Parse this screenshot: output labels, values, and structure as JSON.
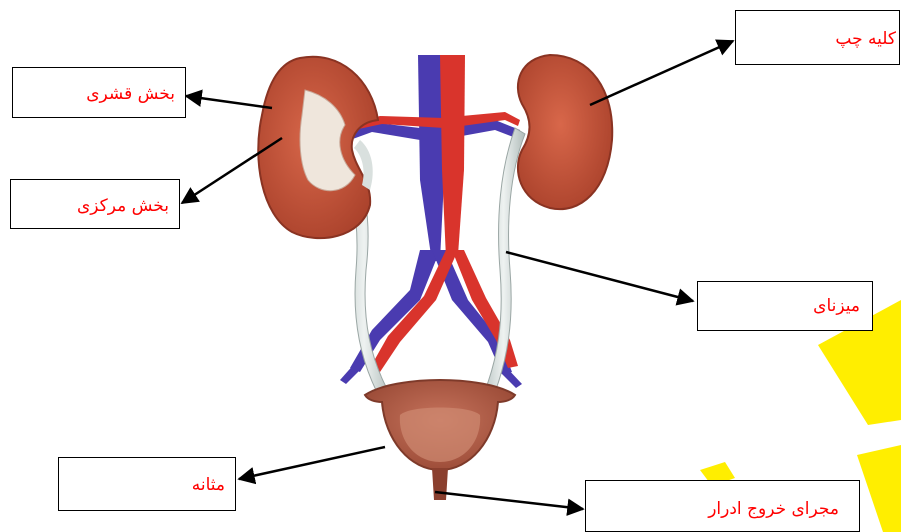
{
  "labels": {
    "cortex": "بخش قشری",
    "medulla": "بخش مرکزی",
    "left_kidney": "کلیه چپ",
    "ureter": "میزنای",
    "bladder": "مثانه",
    "urethra": "مجرای خروج ادرار"
  },
  "colors": {
    "label_text": "#ff0000",
    "kidney": "#c8563a",
    "artery": "#d9342c",
    "vein": "#4a3bb0",
    "ureter": "#d6dedc",
    "highlight": "#ffee00"
  }
}
